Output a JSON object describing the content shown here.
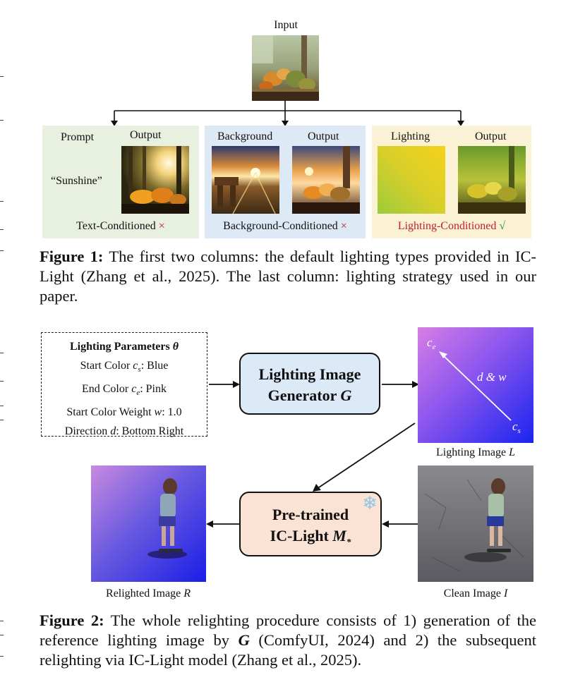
{
  "figure1": {
    "input_label": "Input",
    "panels": {
      "text": {
        "col1_label": "Prompt",
        "col2_label": "Output",
        "prompt_text": "“Sunshine”",
        "footer_label": "Text-Conditioned",
        "footer_mark": "×",
        "bg_color": "#e8f0e0"
      },
      "background": {
        "col1_label": "Background",
        "col2_label": "Output",
        "footer_label": "Background-Conditioned",
        "footer_mark": "×",
        "bg_color": "#dde9f5"
      },
      "lighting": {
        "col1_label": "Lighting",
        "col2_label": "Output",
        "footer_label": "Lighting-Conditioned",
        "footer_mark": "√",
        "bg_color": "#fbf1d5"
      }
    },
    "caption": {
      "label": "Figure 1:",
      "text": "The first two columns: the default lighting types provided in IC-Light (Zhang et al., 2025). The last column: lighting strategy used in our paper."
    }
  },
  "figure2": {
    "params_box": {
      "title": "Lighting Parameters",
      "title_symbol": "θ",
      "lines": [
        {
          "name": "Start Color",
          "symbol": "c",
          "sub": "s",
          "value": "Blue"
        },
        {
          "name": "End Color",
          "symbol": "c",
          "sub": "e",
          "value": "Pink"
        },
        {
          "name": "Start Color Weight",
          "symbol": "w",
          "sub": "",
          "value": "1.0"
        },
        {
          "name": "Direction",
          "symbol": "d",
          "sub": "",
          "value": "Bottom Right"
        }
      ]
    },
    "generator": {
      "line1": "Lighting Image",
      "line2": "Generator",
      "symbol": "G",
      "fill": "#dce9f6"
    },
    "lighting_image": {
      "label": "Lighting Image",
      "symbol": "L",
      "ce_label": "c",
      "ce_sub": "e",
      "cs_label": "c",
      "cs_sub": "s",
      "dw_label": "d & w",
      "start_color": "#1a24f0",
      "end_color": "#d77ee6"
    },
    "iclight": {
      "line1": "Pre-trained",
      "line2": "IC-Light",
      "symbol": "M",
      "sub": "*",
      "fill": "#fae2d4",
      "snow_icon": "❄"
    },
    "relit_image": {
      "label": "Relighted Image",
      "symbol": "R"
    },
    "clean_image": {
      "label": "Clean Image",
      "symbol": "I"
    },
    "caption": {
      "label": "Figure 2:",
      "text_before": "The whole relighting procedure consists of 1) generation of the reference lighting image by",
      "symbol": "G",
      "text_after": "(ComfyUI, 2024) and 2) the subsequent relighting via IC-Light model (Zhang et al., 2025)."
    }
  }
}
